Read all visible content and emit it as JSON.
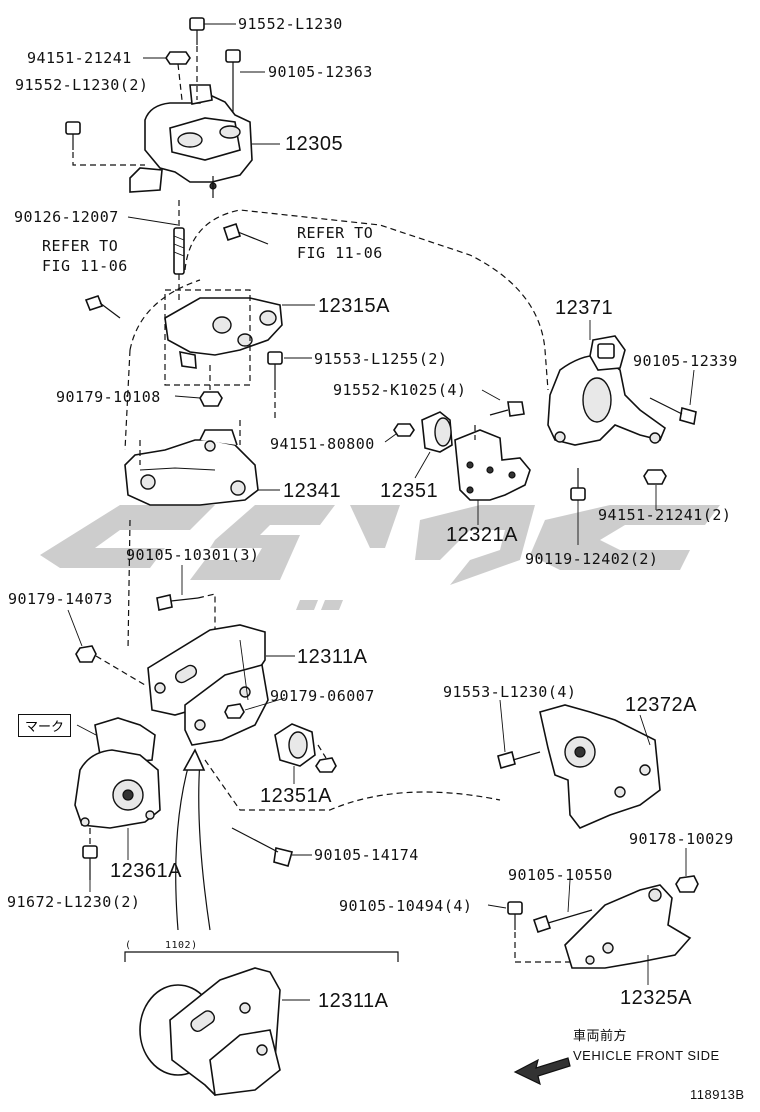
{
  "diagram_id": "118913B",
  "labels": {
    "p91552_L1230": "91552-L1230",
    "p94151_21241_top": "94151-21241",
    "p91552_L1230_2": "91552-L1230(2)",
    "p90105_12363": "90105-12363",
    "p12305": "12305",
    "p90126_12007": "90126-12007",
    "refer_left_1": "REFER TO",
    "refer_left_2": "FIG 11-06",
    "refer_right_1": "REFER TO",
    "refer_right_2": "FIG 11-06",
    "p12315A": "12315A",
    "p91553_L1255_2": "91553-L1255(2)",
    "p90179_10108": "90179-10108",
    "p12341": "12341",
    "p12371": "12371",
    "p90105_12339": "90105-12339",
    "p91552_K1025_4": "91552-K1025(4)",
    "p94151_80800": "94151-80800",
    "p12351": "12351",
    "p12321A": "12321A",
    "p94151_21241_2": "94151-21241(2)",
    "p90119_12402_2": "90119-12402(2)",
    "p90105_10301_3": "90105-10301(3)",
    "p90179_14073": "90179-14073",
    "p12311A": "12311A",
    "p90179_06007": "90179-06007",
    "mark": "マーク",
    "p12351A": "12351A",
    "p12361A": "12361A",
    "p91672_L1230_2": "91672-L1230(2)",
    "p90105_14174": "90105-14174",
    "p91553_L1230_4": "91553-L1230(4)",
    "p12372A": "12372A",
    "p90178_10029": "90178-10029",
    "p90105_10550": "90105-10550",
    "p90105_10494_4": "90105-10494(4)",
    "p12325A": "12325A",
    "inset_paren": "(",
    "inset_code": "1102)",
    "p12311A_inset": "12311A",
    "front_jp": "車両前方",
    "front_en": "VEHICLE FRONT SIDE"
  }
}
